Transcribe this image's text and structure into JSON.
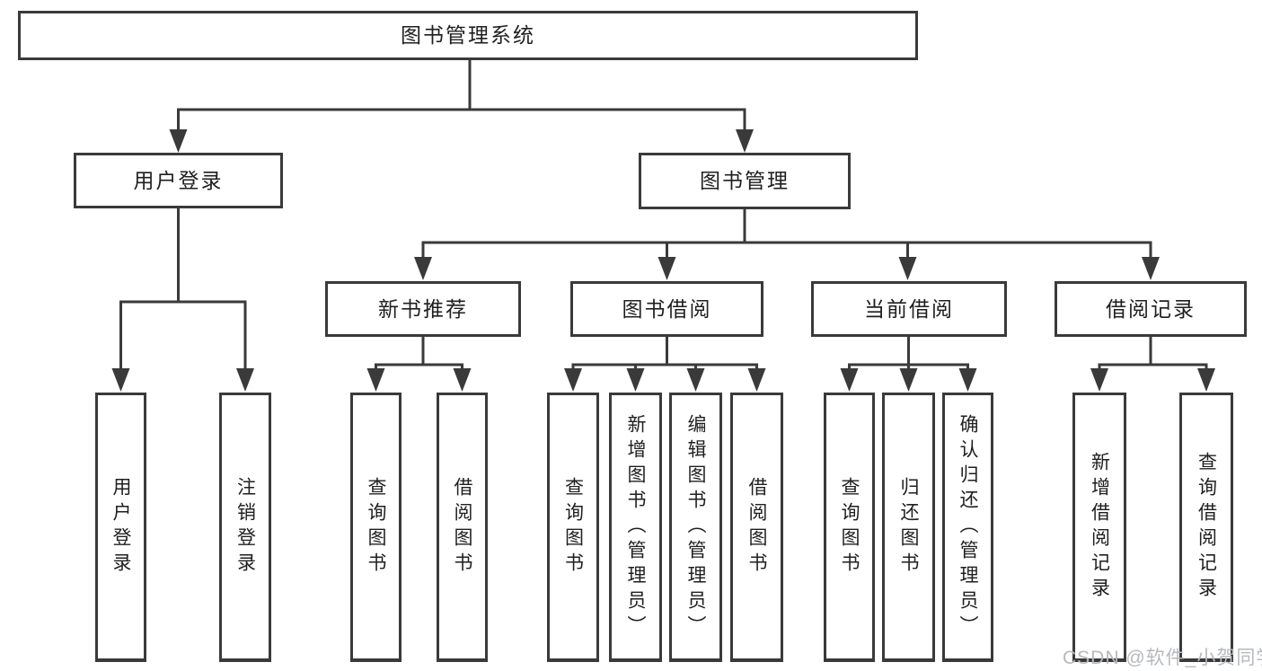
{
  "colors": {
    "line": "#3a3a3a",
    "text": "#1f1f1f",
    "watermark": "#b6b9bd",
    "background": "#ffffff"
  },
  "tree": {
    "label": "图书管理系统",
    "children": [
      {
        "label": "用户登录",
        "children": [
          {
            "label": "用户登录"
          },
          {
            "label": "注销登录"
          }
        ]
      },
      {
        "label": "图书管理",
        "children": [
          {
            "label": "新书推荐",
            "children": [
              {
                "label": "查询图书"
              },
              {
                "label": "借阅图书"
              }
            ]
          },
          {
            "label": "图书借阅",
            "children": [
              {
                "label": "查询图书"
              },
              {
                "label": "新增图书（管理员）"
              },
              {
                "label": "编辑图书（管理员）"
              },
              {
                "label": "借阅图书"
              }
            ]
          },
          {
            "label": "当前借阅",
            "children": [
              {
                "label": "查询图书"
              },
              {
                "label": "归还图书"
              },
              {
                "label": "确认归还（管理员）"
              }
            ]
          },
          {
            "label": "借阅记录",
            "children": [
              {
                "label": "新增借阅记录"
              },
              {
                "label": "查询借阅记录"
              }
            ]
          }
        ]
      }
    ]
  },
  "watermark": {
    "text": "CSDN @软件_小贺同学"
  }
}
